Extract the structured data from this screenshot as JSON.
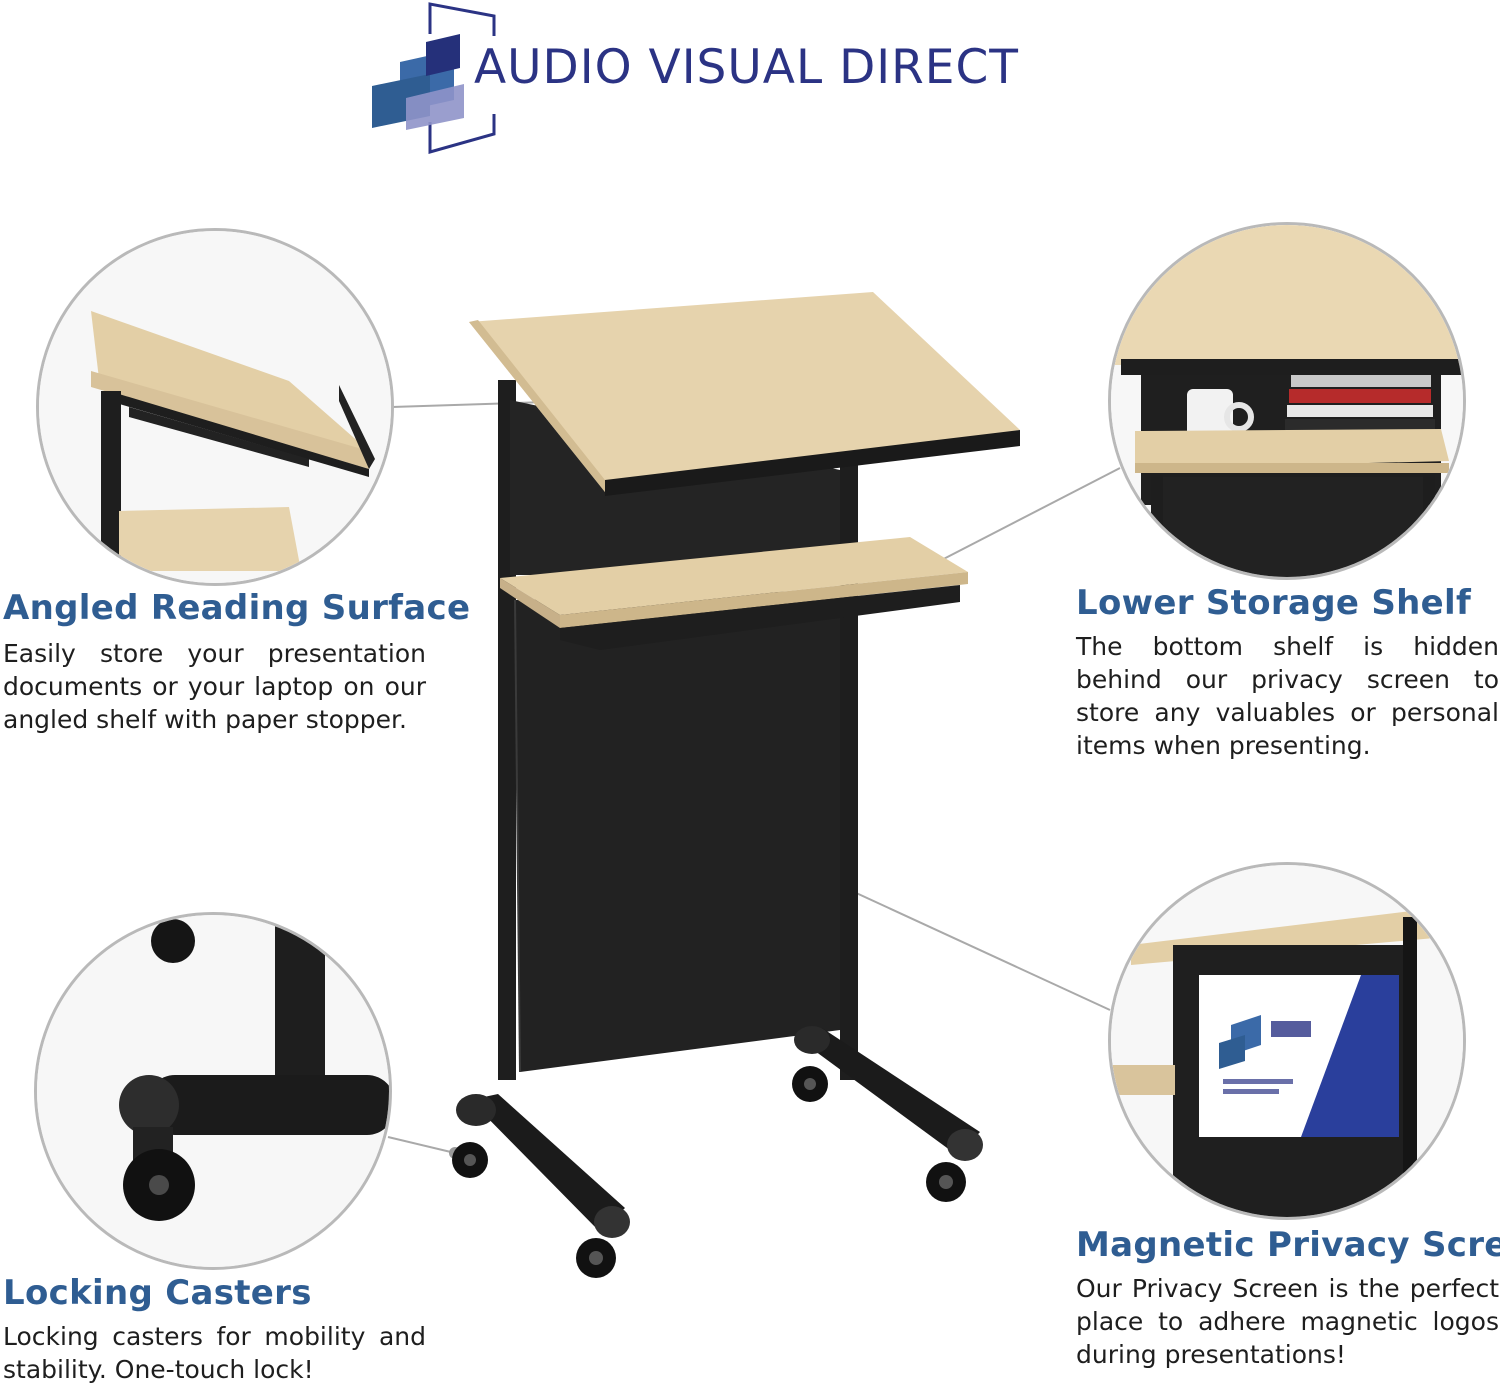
{
  "brand": {
    "name": "AUDIO VISUAL DIRECT"
  },
  "features": {
    "angled": {
      "title": "Angled Reading Surface",
      "desc": "Easily store your presentation documents or your laptop on our angled shelf with paper stopper."
    },
    "shelf": {
      "title": "Lower Storage Shelf",
      "desc": "The bottom shelf is hidden behind our privacy screen to store any valuables or personal items when presenting."
    },
    "casters": {
      "title": "Locking Casters",
      "desc": "Locking casters for mobility and stability. One-touch lock!"
    },
    "privacy": {
      "title": "Magnetic Privacy Screen",
      "desc": "Our Privacy Screen is the perfect place to adhere magnetic logos during presentations!"
    }
  },
  "colors": {
    "brand": "#2b3384",
    "title": "#2f5d92",
    "wood": "#e3cfa6",
    "frame": "#1e1e1e"
  }
}
